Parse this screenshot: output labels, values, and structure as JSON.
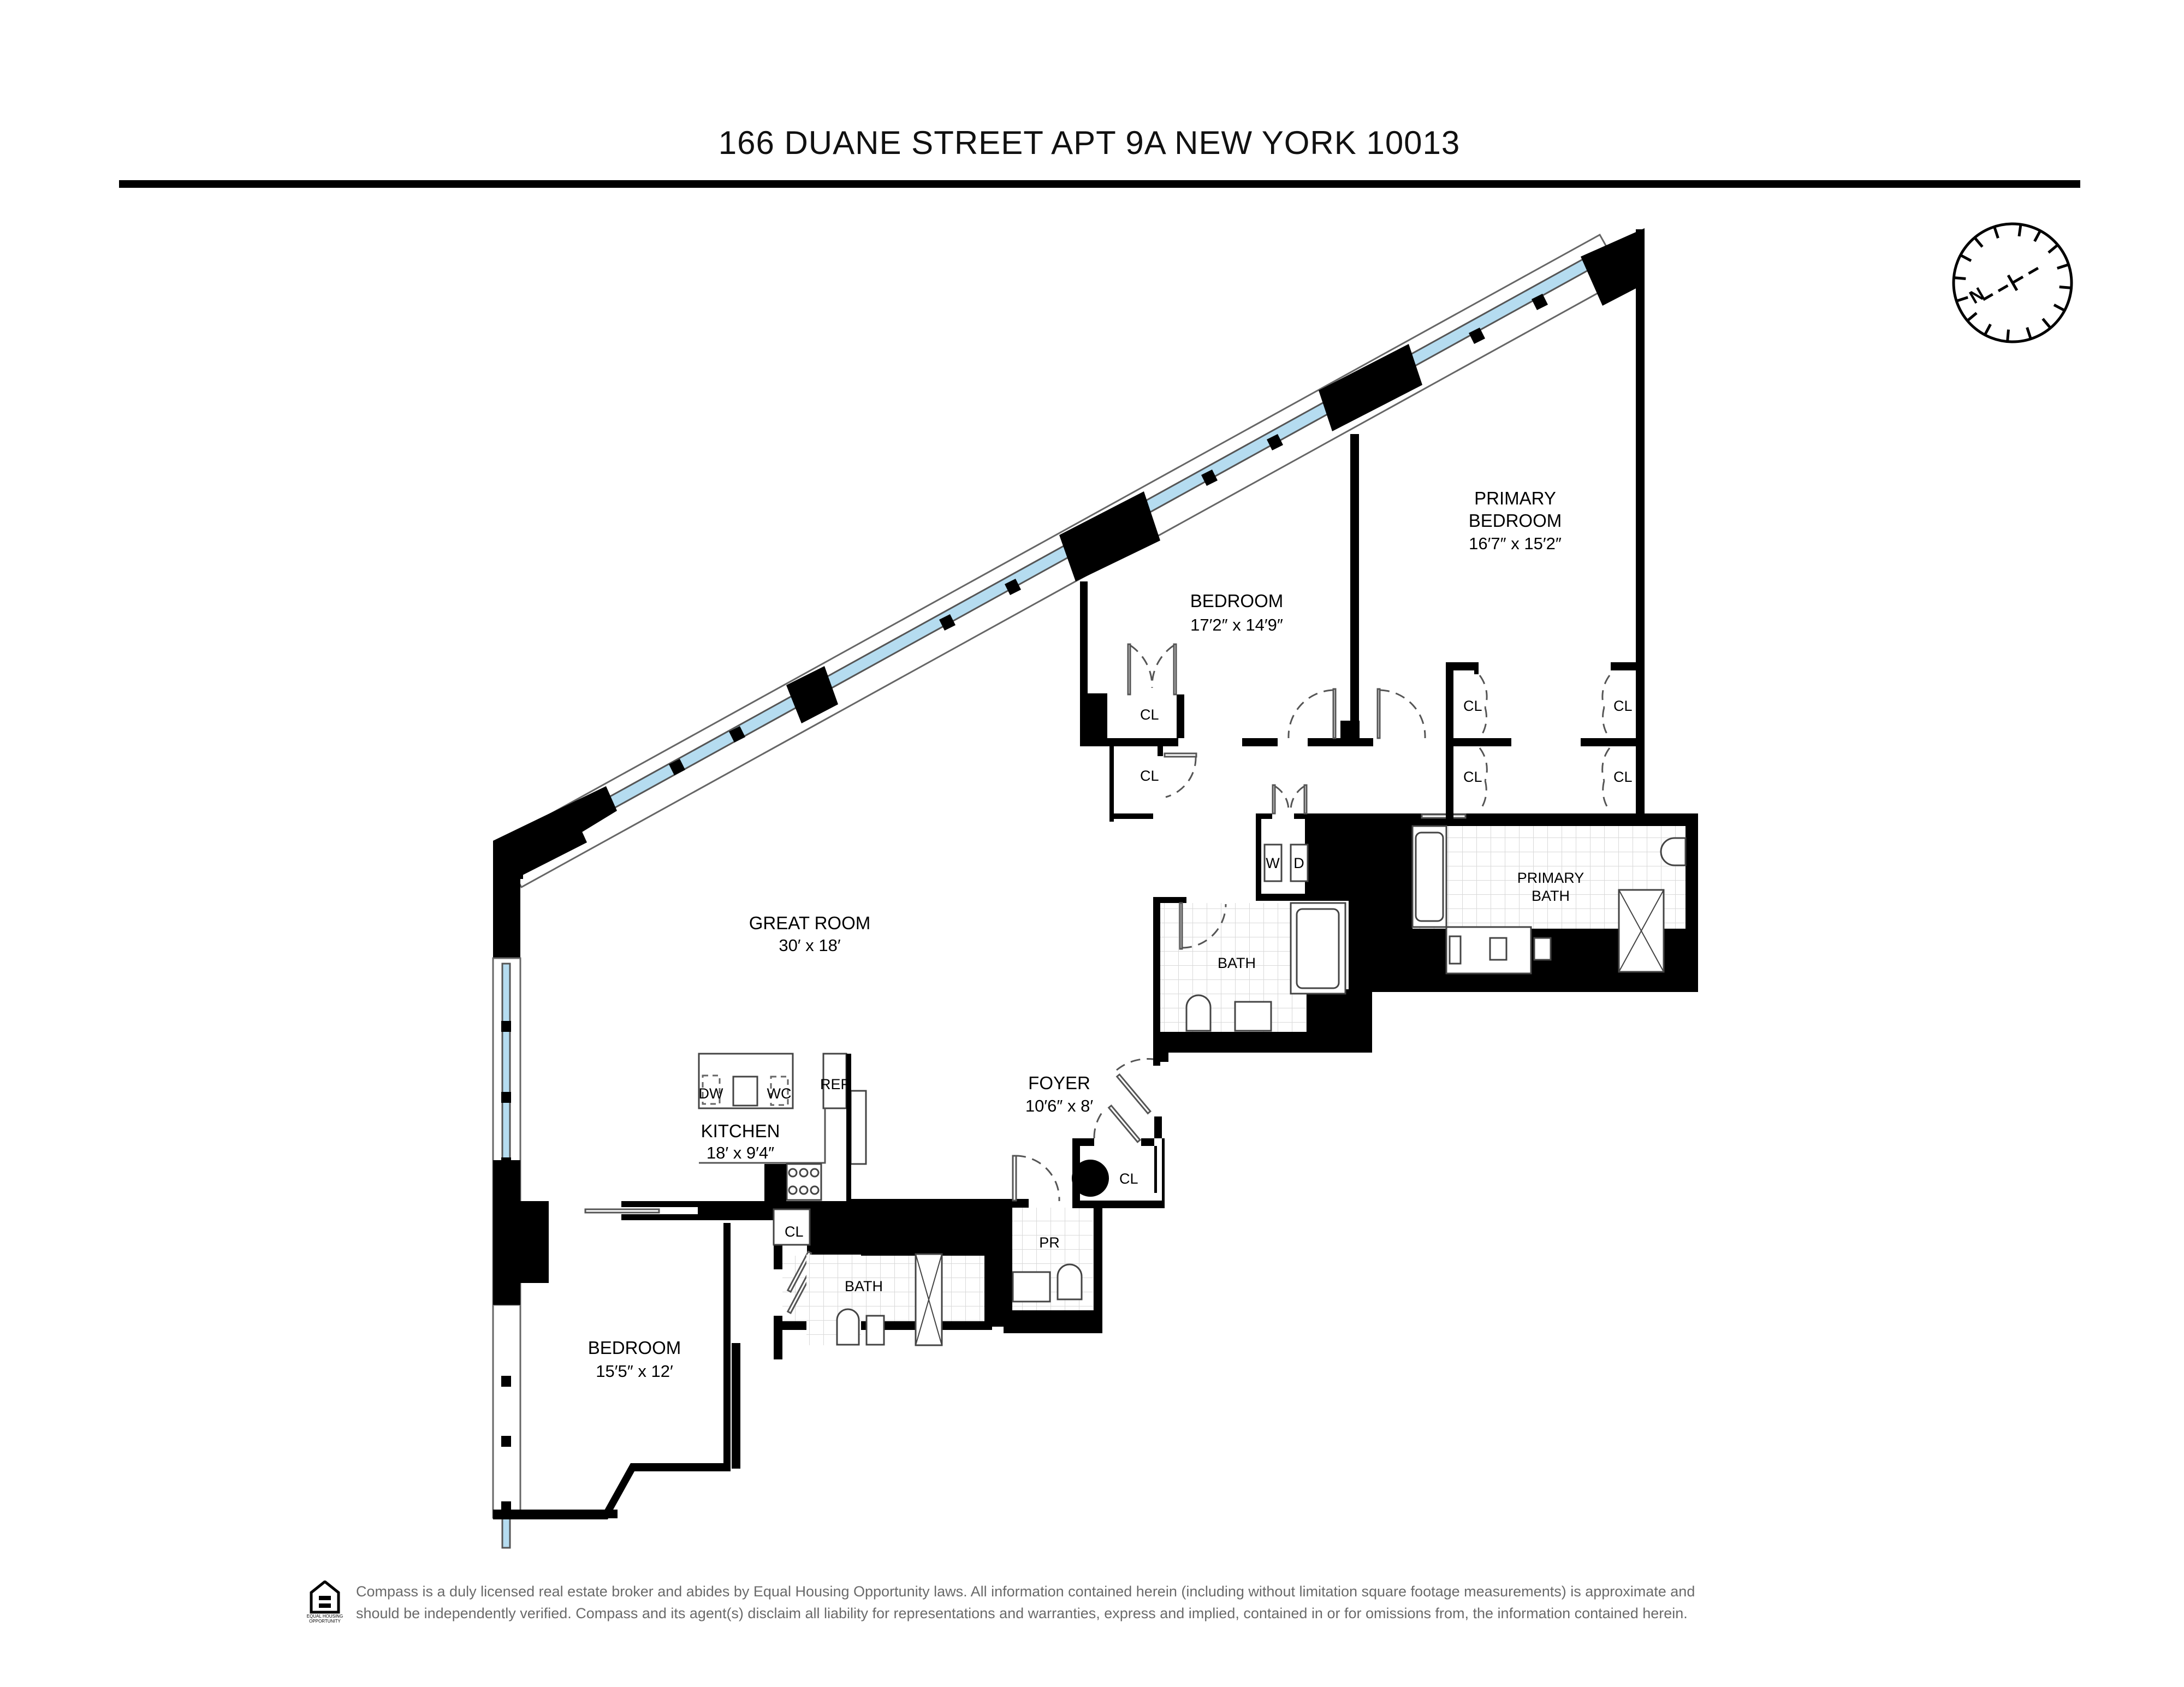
{
  "header": {
    "title": "166 DUANE STREET APT 9A NEW YORK 10013"
  },
  "compass": {
    "label": "N",
    "icon": "north-arrow-compass-icon"
  },
  "rooms": {
    "primary_bedroom": {
      "name_line1": "PRIMARY",
      "name_line2": "BEDROOM",
      "dims": "16′7″ x 15′2″"
    },
    "bedroom_upper": {
      "name": "BEDROOM",
      "dims": "17′2″ x 14′9″"
    },
    "great_room": {
      "name": "GREAT ROOM",
      "dims": "30′ x 18′"
    },
    "kitchen": {
      "name": "KITCHEN",
      "dims": "18′ x 9′4″"
    },
    "foyer": {
      "name": "FOYER",
      "dims": "10′6″ x 8′"
    },
    "bedroom_lower": {
      "name": "BEDROOM",
      "dims": "15′5″ x 12′"
    },
    "primary_bath": {
      "name_line1": "PRIMARY",
      "name_line2": "BATH"
    },
    "bath_mid": {
      "name": "BATH"
    },
    "bath_lower": {
      "name": "BATH"
    },
    "powder_room": {
      "name": "PR"
    }
  },
  "labels": {
    "closet": "CL",
    "washer": "W",
    "dryer": "D",
    "dishwasher": "DW",
    "wine_cooler": "WC",
    "refrigerator": "REF"
  },
  "colors": {
    "wall": "#000000",
    "glazing": "#b5dcf0",
    "footer_text": "#6a6a6a",
    "tile_grid": "#d9d9d9"
  },
  "footer": {
    "logo_text_line1": "EQUAL HOUSING",
    "logo_text_line2": "OPPORTUNITY",
    "disclaimer_line1": "Compass is a duly licensed real estate broker and abides by Equal Housing Opportunity laws. All information contained herein (including without limitation square footage measurements) is approximate and",
    "disclaimer_line2": "should be independently verified. Compass and its agent(s) disclaim all liability for representations and warranties, express and implied, contained in or for omissions from, the information contained herein."
  }
}
